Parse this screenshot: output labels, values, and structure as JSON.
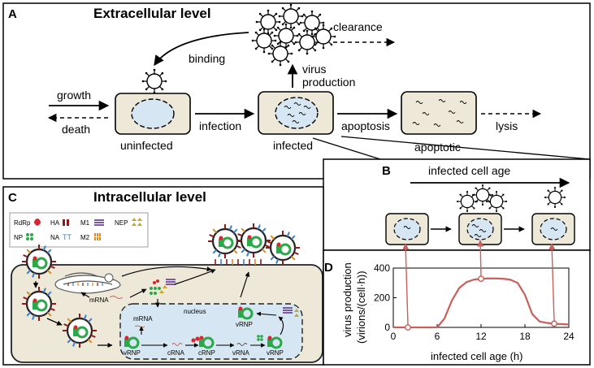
{
  "panel_a": {
    "letter": "A",
    "title": "Extracellular level",
    "labels": {
      "growth": "growth",
      "death": "death",
      "infection": "infection",
      "binding": "binding",
      "virus_production_1": "virus",
      "virus_production_2": "production",
      "clearance": "clearance",
      "apoptosis": "apoptosis",
      "lysis": "lysis",
      "uninfected": "uninfected",
      "infected": "infected",
      "apoptotic": "apoptotic"
    }
  },
  "panel_b": {
    "letter": "B",
    "title": "infected cell age"
  },
  "panel_c": {
    "letter": "C",
    "title": "Intracellular level",
    "legend": [
      {
        "label": "RdRp",
        "color": "#d8262c"
      },
      {
        "label": "HA",
        "color": "#8b1a1a"
      },
      {
        "label": "M1",
        "color": "#7a5aa0"
      },
      {
        "label": "NEP",
        "color": "#c7a52a"
      },
      {
        "label": "NP",
        "color": "#2aa84a"
      },
      {
        "label": "NA",
        "color": "#3a7fc8"
      },
      {
        "label": "M2",
        "color": "#e08a1e"
      }
    ],
    "labels": {
      "mrna_cyto": "mRNA",
      "mrna_nuc": "mRNA",
      "nucleus": "nucleus",
      "vrnp_top": "vRNP",
      "vrnp_1": "vRNP",
      "crna": "cRNA",
      "crnp": "cRNP",
      "vrna": "vRNA",
      "vrnp_2": "vRNP"
    }
  },
  "panel_d": {
    "letter": "D",
    "chart_data": {
      "type": "line",
      "xlabel": "infected cell age (h)",
      "ylabel_1": "virus production",
      "ylabel_2": "(virions/(cell·h))",
      "xlim": [
        0,
        24
      ],
      "ylim": [
        0,
        400
      ],
      "xticks": [
        0,
        6,
        12,
        18,
        24
      ],
      "yticks": [
        0,
        200,
        400
      ],
      "series": [
        {
          "x": [
            0,
            2,
            4,
            5,
            6,
            7,
            8,
            9,
            10,
            11,
            12,
            13,
            14,
            15,
            16,
            17,
            18,
            19,
            20,
            21,
            22,
            23,
            24
          ],
          "values": [
            0,
            0,
            0,
            0,
            0,
            60,
            180,
            265,
            305,
            322,
            328,
            330,
            330,
            328,
            322,
            300,
            220,
            90,
            40,
            30,
            25,
            22,
            20
          ]
        }
      ],
      "markers": [
        {
          "x": 2,
          "y": 0
        },
        {
          "x": 12,
          "y": 328
        },
        {
          "x": 22,
          "y": 25
        }
      ],
      "line_color": "#c8605c"
    }
  }
}
